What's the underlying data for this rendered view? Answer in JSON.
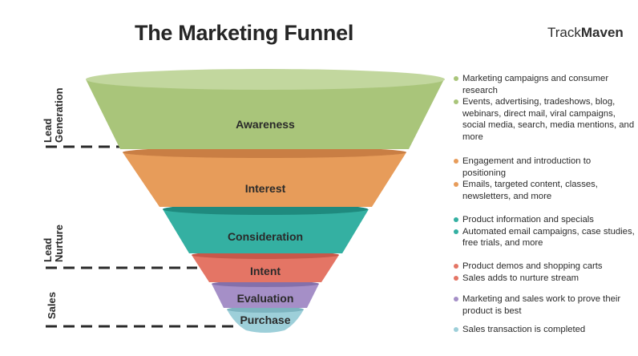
{
  "title": "The Marketing Funnel",
  "logo": {
    "part1": "Track",
    "part2": "Maven"
  },
  "side_labels": {
    "lead_generation": [
      "Lead",
      "Generation"
    ],
    "lead_nurture": [
      "Lead",
      "Nurture"
    ],
    "sales": "Sales"
  },
  "stages": [
    {
      "label": "Awareness",
      "color": "#a9c57a",
      "rim": "#c2d79e"
    },
    {
      "label": "Interest",
      "color": "#e79c5a",
      "rim": "#c97e44"
    },
    {
      "label": "Consideration",
      "color": "#34b0a2",
      "rim": "#1f8a7e"
    },
    {
      "label": "Intent",
      "color": "#e47565",
      "rim": "#c7584a"
    },
    {
      "label": "Evaluation",
      "color": "#a58fc7",
      "rim": "#8470aa"
    },
    {
      "label": "Purchase",
      "color": "#9dcfd9",
      "rim": "#7db4c0"
    }
  ],
  "bullet_groups": [
    {
      "color": "#a9c57a",
      "items": [
        "Marketing campaigns and consumer research",
        "Events, advertising, tradeshows, blog, webinars, direct mail, viral campaigns, social media, search, media mentions, and more"
      ]
    },
    {
      "color": "#e79c5a",
      "items": [
        "Engagement and introduction to positioning",
        "Emails, targeted content, classes, newsletters, and more"
      ]
    },
    {
      "color": "#34b0a2",
      "items": [
        "Product information and specials",
        "Automated email campaigns, case studies, free trials, and more"
      ]
    },
    {
      "color": "#e47565",
      "items": [
        "Product demos and shopping carts",
        "Sales adds to nurture stream"
      ]
    },
    {
      "color": "#a58fc7",
      "items": [
        "Marketing and sales work to prove their product is best"
      ]
    },
    {
      "color": "#9dcfd9",
      "items": [
        "Sales transaction is completed"
      ]
    }
  ]
}
